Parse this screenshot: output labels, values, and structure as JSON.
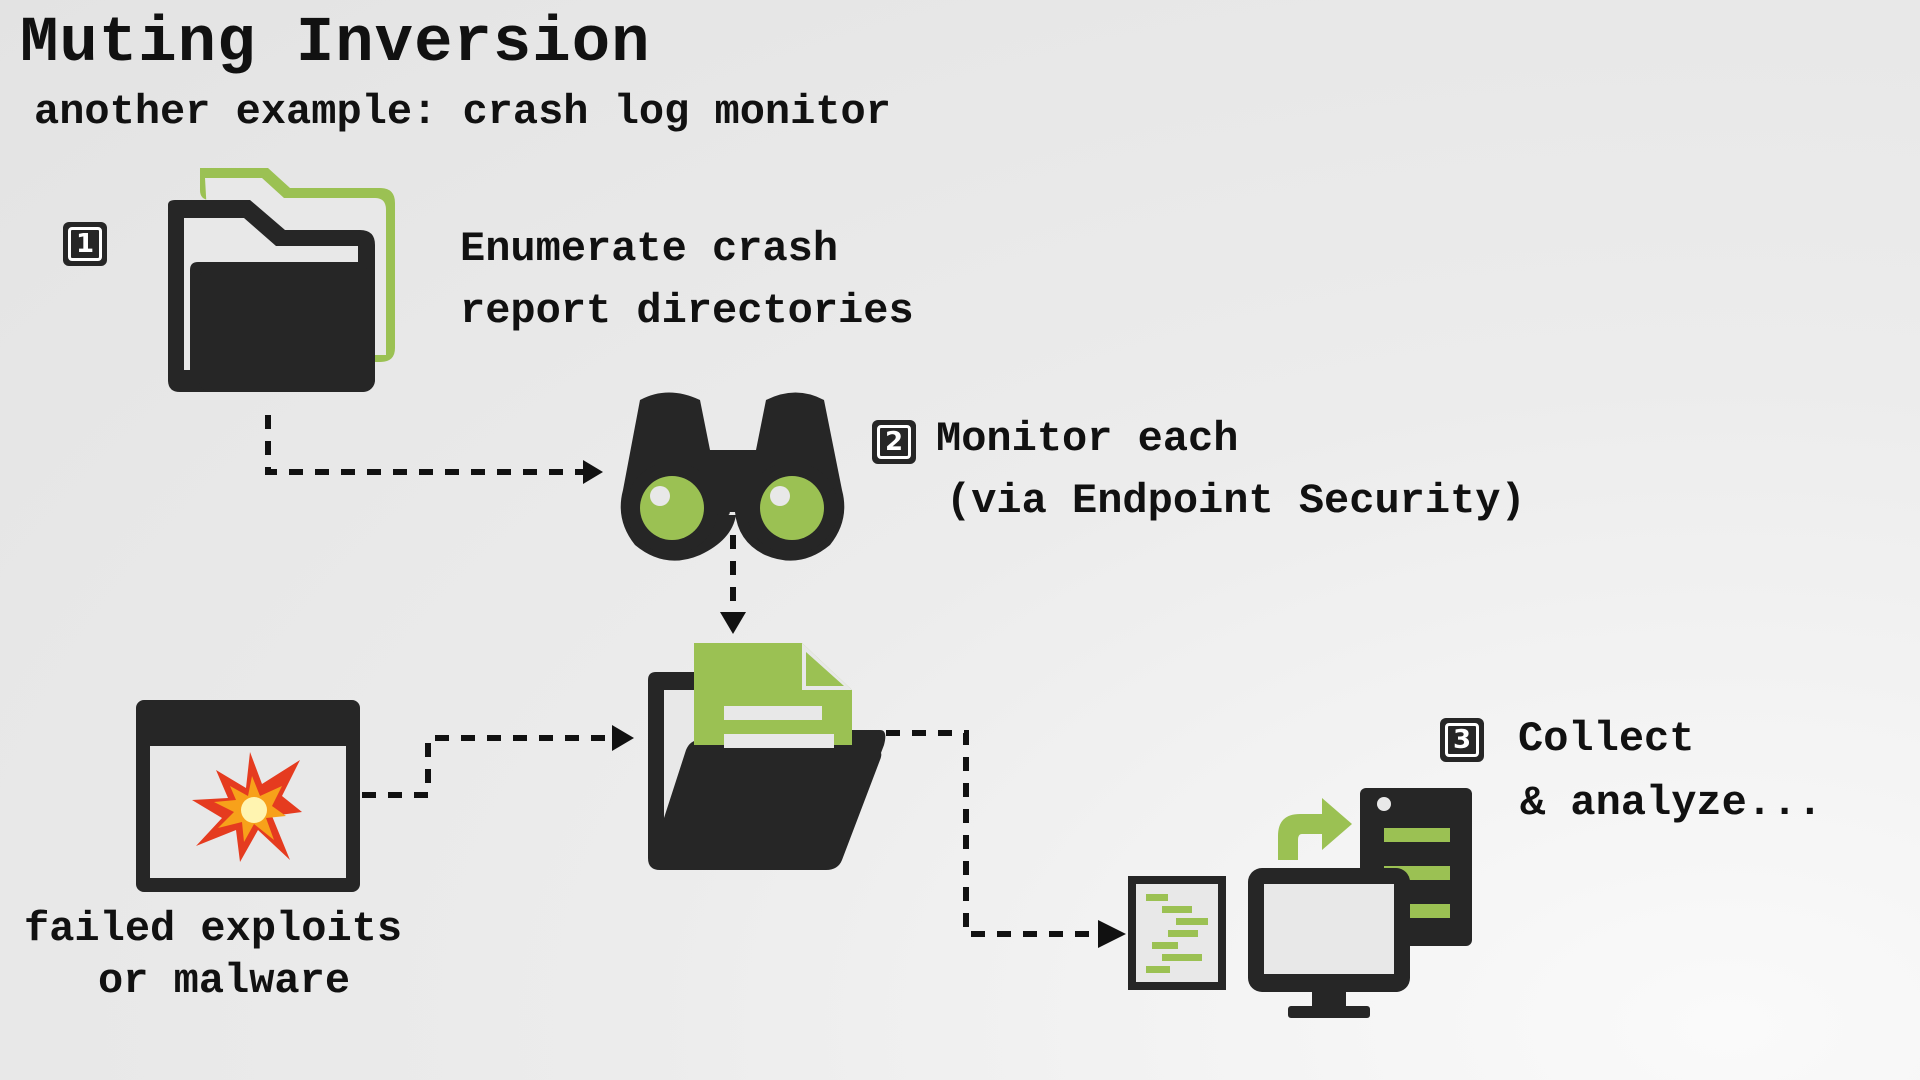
{
  "title": "Muting Inversion",
  "subtitle": "another example: crash log monitor",
  "steps": [
    {
      "number": "1",
      "text_line1": "Enumerate crash",
      "text_line2": "report directories"
    },
    {
      "number": "2",
      "text_line1": "Monitor each",
      "text_line2": "(via Endpoint Security)"
    },
    {
      "number": "3",
      "text_line1": "Collect",
      "text_line2": "& analyze..."
    }
  ],
  "source": {
    "line1": "failed exploits",
    "line2": "or malware"
  },
  "colors": {
    "accent": "#9BC153",
    "dark": "#262626",
    "background": "#e8e8e8"
  },
  "icons": [
    "folders-icon",
    "binoculars-icon",
    "open-folder-document-icon",
    "crash-window-icon",
    "log-file-icon",
    "computer-upload-server-icon"
  ]
}
